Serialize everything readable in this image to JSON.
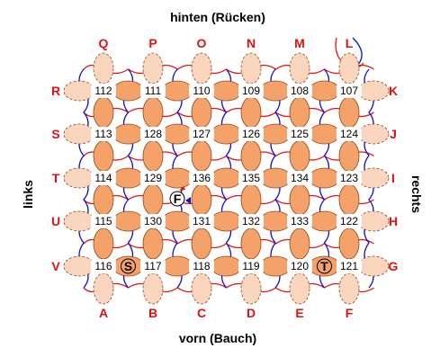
{
  "labels": {
    "top": "hinten (Rücken)",
    "bottom": "vorn (Bauch)",
    "left": "links",
    "right": "rechts"
  },
  "top_letters": [
    "Q",
    "P",
    "O",
    "N",
    "M",
    "L"
  ],
  "bottom_letters": [
    "A",
    "B",
    "C",
    "D",
    "E",
    "F"
  ],
  "left_letters": [
    "R",
    "S",
    "T",
    "U",
    "V"
  ],
  "right_letters": [
    "K",
    "J",
    "I",
    "H",
    "G"
  ],
  "grid": [
    [
      "112",
      "111",
      "110",
      "109",
      "108",
      "107"
    ],
    [
      "113",
      "128",
      "127",
      "126",
      "125",
      "124"
    ],
    [
      "114",
      "129",
      "136",
      "135",
      "134",
      "123"
    ],
    [
      "115",
      "130",
      "131",
      "132",
      "133",
      "122"
    ],
    [
      "116",
      "117",
      "118",
      "119",
      "120",
      "121"
    ]
  ],
  "markers": {
    "start": "S",
    "turn": "T",
    "middle": "F"
  },
  "colors": {
    "blob_fill": "#f4a26a",
    "blob_edge_fill": "#fbd6bf",
    "blob_stroke": "#8a4a1a",
    "red_thread": "#e01515",
    "blue_thread": "#1010d0",
    "letter": "#e01010",
    "marker_fill": "#ffffff"
  }
}
